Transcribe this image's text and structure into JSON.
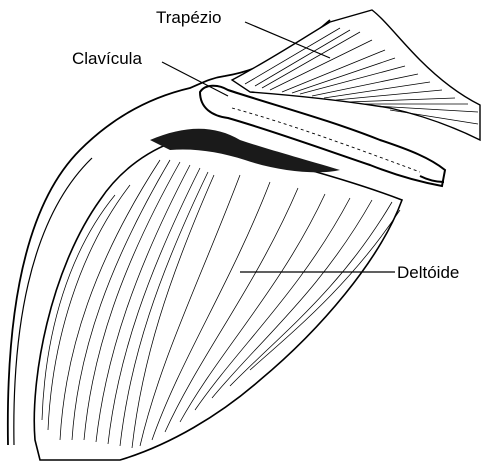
{
  "labels": {
    "trapezio": "Trapézio",
    "clavicula": "Clavícula",
    "deltoide": "Deltóide"
  },
  "colors": {
    "ink": "#000000",
    "paper": "#ffffff"
  }
}
